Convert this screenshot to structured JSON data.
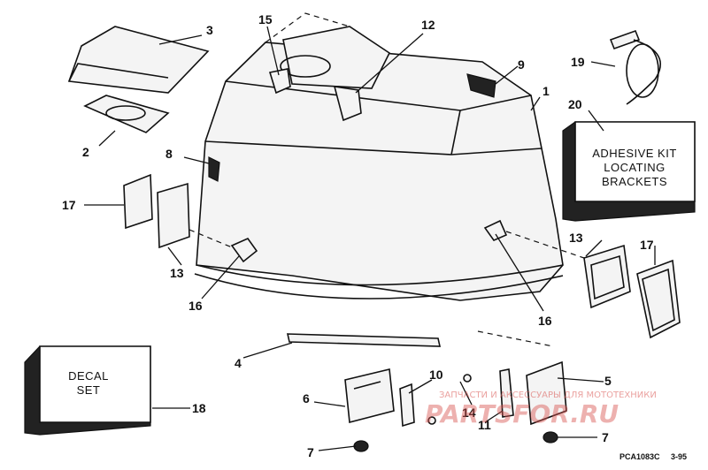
{
  "callouts": {
    "c1": "1",
    "c2": "2",
    "c3": "3",
    "c4": "4",
    "c5": "5",
    "c6": "6",
    "c7a": "7",
    "c7b": "7",
    "c8": "8",
    "c9": "9",
    "c10": "10",
    "c11": "11",
    "c12": "12",
    "c13a": "13",
    "c13b": "13",
    "c14": "14",
    "c15": "15",
    "c16a": "16",
    "c16b": "16",
    "c17a": "17",
    "c17b": "17",
    "c18": "18",
    "c19": "19",
    "c20": "20"
  },
  "kits": {
    "adhesive_line1": "ADHESIVE KIT",
    "adhesive_line2": "LOCATING",
    "adhesive_line3": "BRACKETS",
    "decal_line1": "DECAL",
    "decal_line2": "SET"
  },
  "footer": {
    "drawing_code": "PCA1083C",
    "date": "3-95"
  },
  "watermark": {
    "line1": "ЗАПЧАСТИ И АКСЕССУАРЫ ДЛЯ МОТОТЕХНИКИ",
    "line2": "PARTSFOR.RU"
  }
}
